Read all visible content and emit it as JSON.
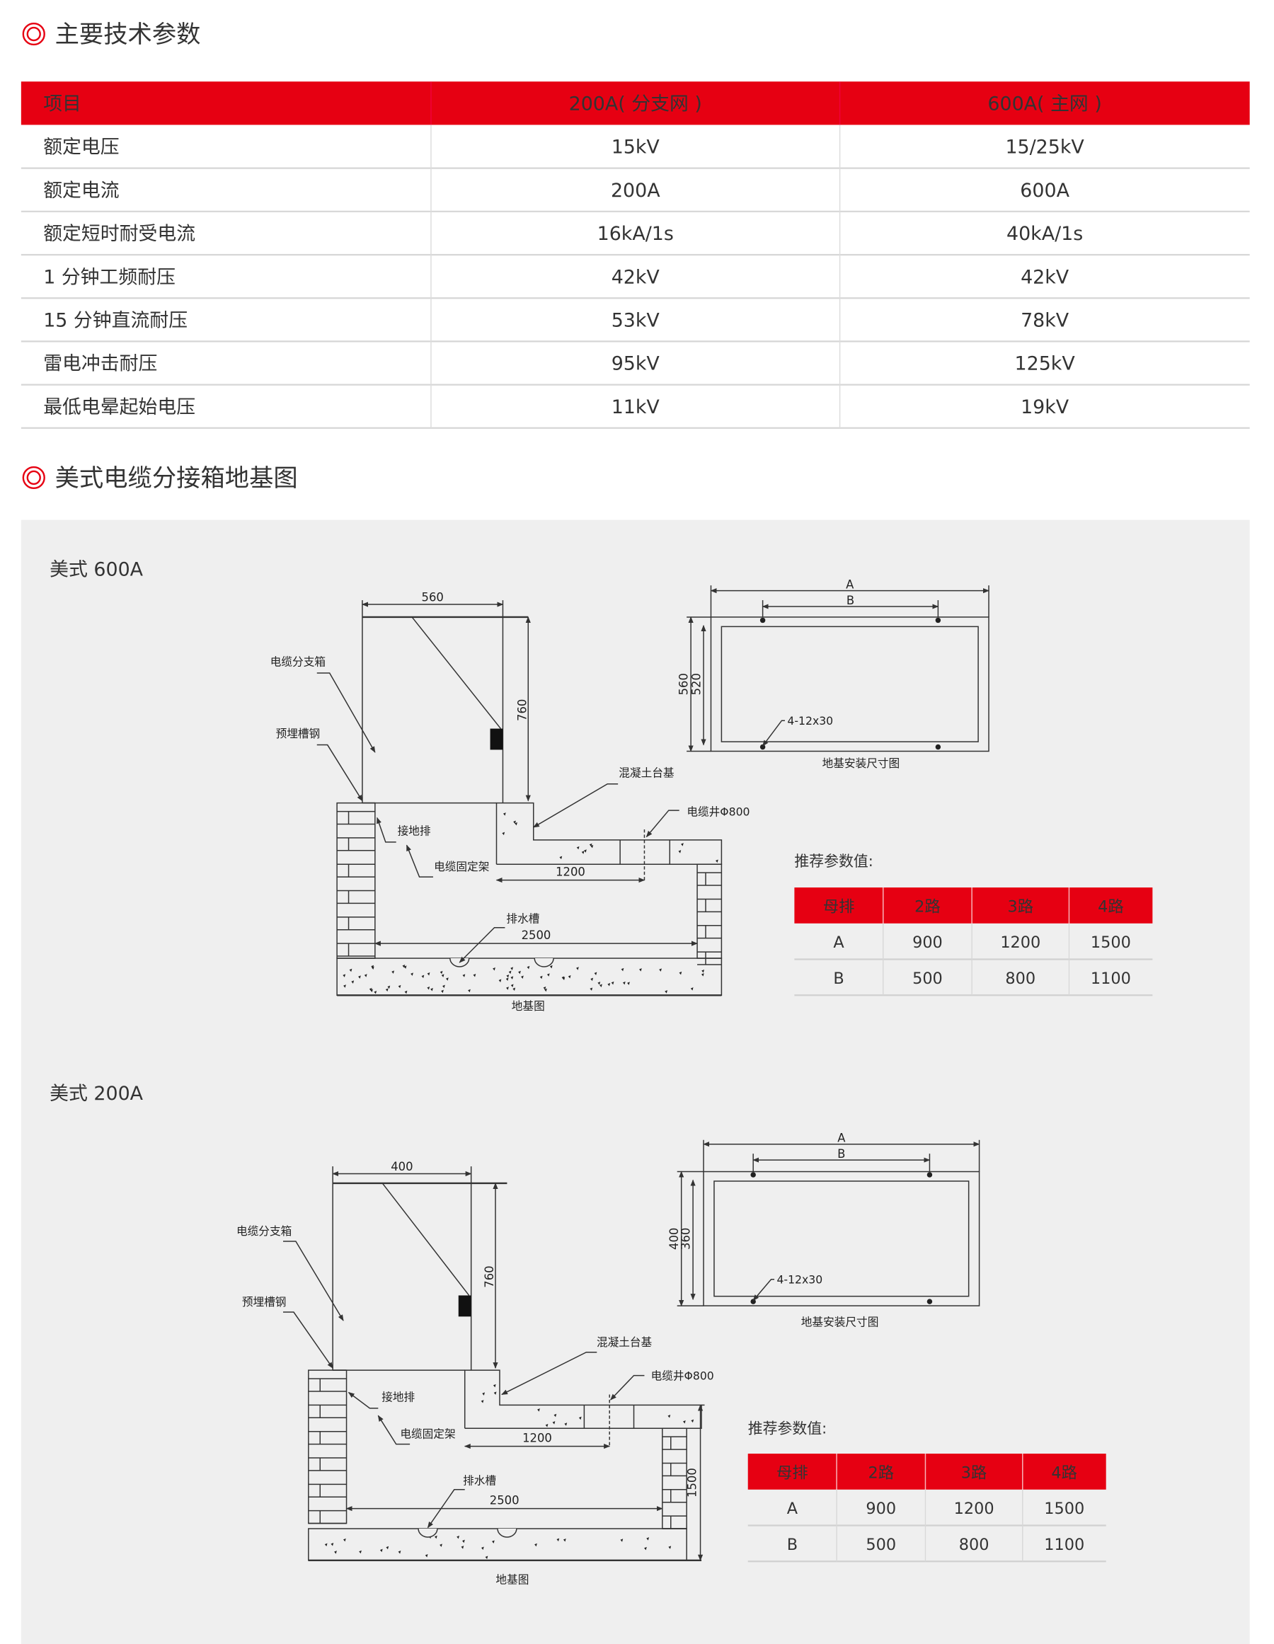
{
  "colors": {
    "accent": "#e60012",
    "panel": "#efefef",
    "text": "#333333",
    "row_line": "#d9d9d9"
  },
  "section1": {
    "icon": "double-circle-icon",
    "title": "主要技术参数"
  },
  "spec_table": {
    "headers": [
      "项目",
      "200A( 分支网 )",
      "600A( 主网 )"
    ],
    "rows": [
      [
        "额定电压",
        "15kV",
        "15/25kV"
      ],
      [
        "额定电流",
        "200A",
        "600A"
      ],
      [
        "额定短时耐受电流",
        "16kA/1s",
        "40kA/1s"
      ],
      [
        "1 分钟工频耐压",
        "42kV",
        "42kV"
      ],
      [
        "15 分钟直流耐压",
        "53kV",
        "78kV"
      ],
      [
        "雷电冲击耐压",
        "95kV",
        "125kV"
      ],
      [
        "最低电晕起始电压",
        "11kV",
        "19kV"
      ]
    ]
  },
  "section2": {
    "icon": "double-circle-icon",
    "title": "美式电缆分接箱地基图"
  },
  "diagrams": [
    {
      "title": "美式 600A",
      "dims": {
        "box_width": "560",
        "box_height": "760",
        "well_offset": "1200",
        "inner_width": "2500"
      },
      "labels": {
        "box": "电缆分支箱",
        "channel": "预埋槽钢",
        "ground": "接地排",
        "bracket": "电缆固定架",
        "concrete": "混凝土台基",
        "well": "电缆井Φ800",
        "drain": "排水槽",
        "base_caption": "地基图"
      },
      "plan": {
        "a": "A",
        "b": "B",
        "outer": "560",
        "inner": "520",
        "holes": "4-12x30",
        "caption": "地基安装尺寸图"
      },
      "recommend_title": "推荐参数值:",
      "table": {
        "headers": [
          "母排",
          "2路",
          "3路",
          "4路"
        ],
        "rows": [
          [
            "A",
            "900",
            "1200",
            "1500"
          ],
          [
            "B",
            "500",
            "800",
            "1100"
          ]
        ]
      }
    },
    {
      "title": "美式 200A",
      "dims": {
        "box_width": "400",
        "box_height": "760",
        "well_offset": "1200",
        "inner_width": "2500",
        "depth": "1500"
      },
      "labels": {
        "box": "电缆分支箱",
        "channel": "预埋槽钢",
        "ground": "接地排",
        "bracket": "电缆固定架",
        "concrete": "混凝土台基",
        "well": "电缆井Φ800",
        "drain": "排水槽",
        "base_caption": "地基图"
      },
      "plan": {
        "a": "A",
        "b": "B",
        "outer": "400",
        "inner": "360",
        "holes": "4-12x30",
        "caption": "地基安装尺寸图"
      },
      "recommend_title": "推荐参数值:",
      "table": {
        "headers": [
          "母排",
          "2路",
          "3路",
          "4路"
        ],
        "rows": [
          [
            "A",
            "900",
            "1200",
            "1500"
          ],
          [
            "B",
            "500",
            "800",
            "1100"
          ]
        ]
      }
    }
  ]
}
